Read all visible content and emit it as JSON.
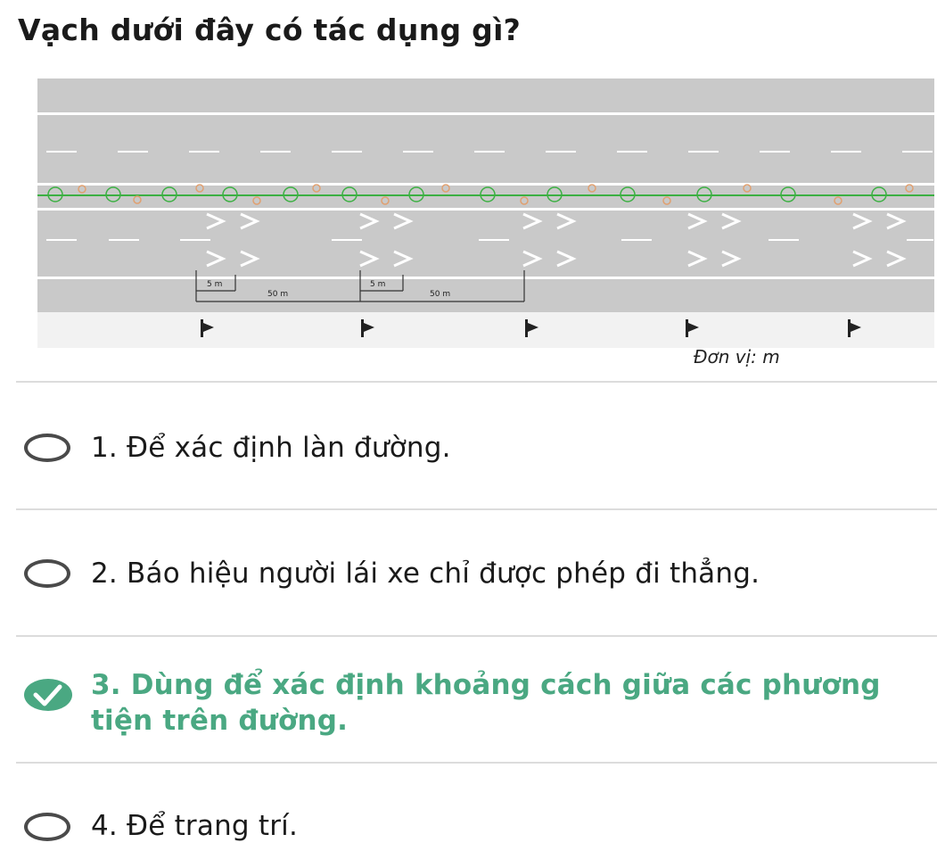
{
  "question": "Vạch dưới đây có tác dụng gì?",
  "figure": {
    "distance_labels": [
      "5 m",
      "50 m",
      "5 m",
      "50 m"
    ],
    "unit_label": "Đơn vị: m"
  },
  "options": [
    {
      "text": "1. Để xác định làn đường.",
      "selected": false
    },
    {
      "text": "2. Báo hiệu người lái xe chỉ được phép đi thẳng.",
      "selected": false
    },
    {
      "text": "3. Dùng để xác định khoảng cách giữa các phương tiện trên đường.",
      "selected": true
    },
    {
      "text": "4. Để trang trí.",
      "selected": false
    }
  ],
  "colors": {
    "correct": "#4aa882",
    "road": "#c9c9c9",
    "lane_line": "#ffffff",
    "median_line": "#3cb043",
    "radio_border": "#4a4a4a"
  }
}
